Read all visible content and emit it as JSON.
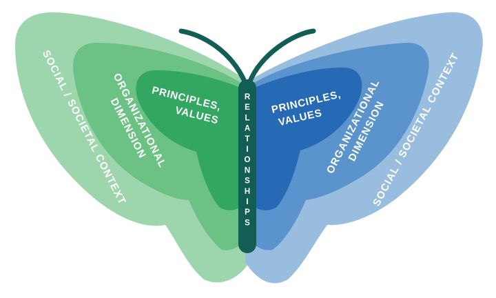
{
  "diagram": {
    "body_label": "RELATIONSHIPS",
    "left_wing": {
      "outer_label": "SOCIAL / SOCIETAL CONTEXT",
      "middle_label_line1": "ORGANIZATIONAL",
      "middle_label_line2": "DIMENSION",
      "inner_label_line1": "PRINCIPLES,",
      "inner_label_line2": "VALUES"
    },
    "right_wing": {
      "outer_label": "SOCIAL / SOCIETAL CONTEXT",
      "middle_label_line1": "ORGANIZATIONAL",
      "middle_label_line2": "DIMENSION",
      "inner_label_line1": "PRINCIPLES,",
      "inner_label_line2": "VALUES"
    }
  },
  "colors": {
    "left_outer": "#9dd6ac",
    "left_middle": "#6cc185",
    "left_inner": "#33a761",
    "right_outer": "#99bddf",
    "right_middle": "#5b93cd",
    "right_inner": "#2669b5",
    "body": "#125e55",
    "label": "#ffffff"
  }
}
